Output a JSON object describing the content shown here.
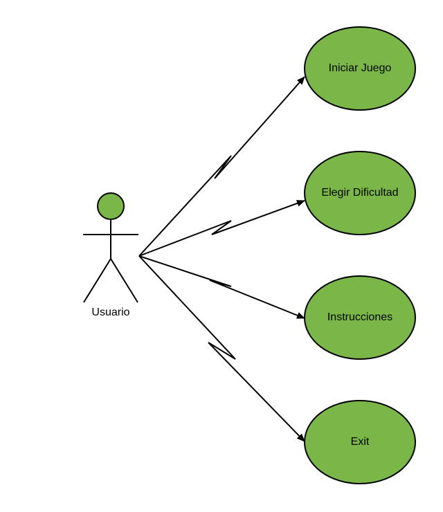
{
  "actor": {
    "label": "Usuario",
    "head_color": "#7ab648"
  },
  "use_cases": [
    {
      "label": "Iniciar Juego"
    },
    {
      "label": "Elegir Dificultad"
    },
    {
      "label": "Instrucciones"
    },
    {
      "label": "Exit"
    }
  ],
  "colors": {
    "ellipse_fill": "#7ab648",
    "stroke": "#000000",
    "background": "#ffffff"
  }
}
